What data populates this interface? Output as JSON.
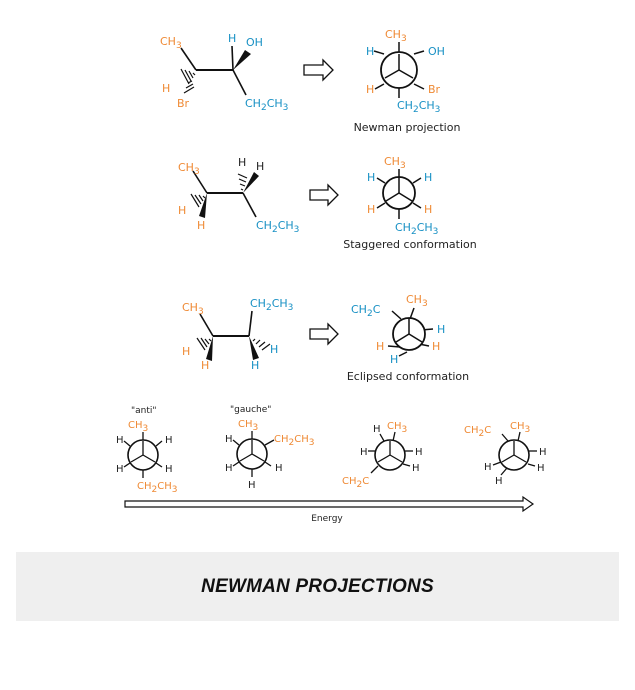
{
  "colors": {
    "orange": "#ef8a35",
    "blue": "#1790c4",
    "black": "#111111",
    "banner_bg": "#efefef"
  },
  "row1": {
    "left": {
      "ch3": "CH",
      "ch3_sub": "3",
      "h_top": "H",
      "oh": "OH",
      "h_left": "H",
      "br": "Br",
      "et_a": "CH",
      "et_b": "2",
      "et_c": "CH",
      "et_d": "3"
    },
    "newman": {
      "ch3": "CH",
      "ch3_sub": "3",
      "h_left": "H",
      "oh": "OH",
      "h_low": "H",
      "br": "Br",
      "et_a": "CH",
      "et_b": "2",
      "et_c": "CH",
      "et_d": "3"
    },
    "caption": "Newman projection"
  },
  "row2": {
    "left": {
      "ch3": "CH",
      "ch3_sub": "3",
      "h_top1": "H",
      "h_top2": "H",
      "h_l1": "H",
      "h_l2": "H",
      "et_a": "CH",
      "et_b": "2",
      "et_c": "CH",
      "et_d": "3"
    },
    "newman": {
      "ch3": "CH",
      "ch3_sub": "3",
      "h_ul": "H",
      "h_ur": "H",
      "h_ll": "H",
      "h_lr": "H",
      "et_a": "CH",
      "et_b": "2",
      "et_c": "CH",
      "et_d": "3"
    },
    "caption": "Staggered conformation"
  },
  "row3": {
    "left": {
      "ch3": "CH",
      "ch3_sub": "3",
      "et_a": "CH",
      "et_b": "2",
      "et_c": "CH",
      "et_d": "3",
      "h_l1": "H",
      "h_l2": "H",
      "h_r1": "H",
      "h_r2": "H"
    },
    "newman": {
      "et_a": "CH",
      "et_b": "2",
      "et_c": "C",
      "ch3": "CH",
      "ch3_sub": "3",
      "h_r": "H",
      "h_l": "H",
      "h_r2": "H",
      "h_b": "H"
    },
    "caption": "Eclipsed conformation"
  },
  "row4": {
    "label_anti": "\"anti\"",
    "label_gauche": "\"gauche\"",
    "c1": {
      "ch3": "CH",
      "ch3_sub": "3",
      "h1": "H",
      "h2": "H",
      "h3": "H",
      "h4": "H",
      "et_a": "CH",
      "et_b": "2",
      "et_c": "CH",
      "et_d": "3"
    },
    "c2": {
      "ch3": "CH",
      "ch3_sub": "3",
      "et_a": "CH",
      "et_b": "2",
      "et_c": "CH",
      "et_d": "3",
      "h1": "H",
      "h2": "H",
      "h3": "H",
      "h4": "H"
    },
    "c3": {
      "ch3": "CH",
      "ch3_sub": "3",
      "h1": "H",
      "h2": "H",
      "h3": "H",
      "h4": "H",
      "et_a": "CH",
      "et_b": "2",
      "et_c": "C"
    },
    "c4": {
      "et_a": "CH",
      "et_b": "2",
      "et_c": "C",
      "ch3": "CH",
      "ch3_sub": "3",
      "h1": "H",
      "h2": "H",
      "h3": "H",
      "h4": "H"
    },
    "energy_label": "Energy"
  },
  "banner": {
    "title": "NEWMAN PROJECTIONS"
  }
}
